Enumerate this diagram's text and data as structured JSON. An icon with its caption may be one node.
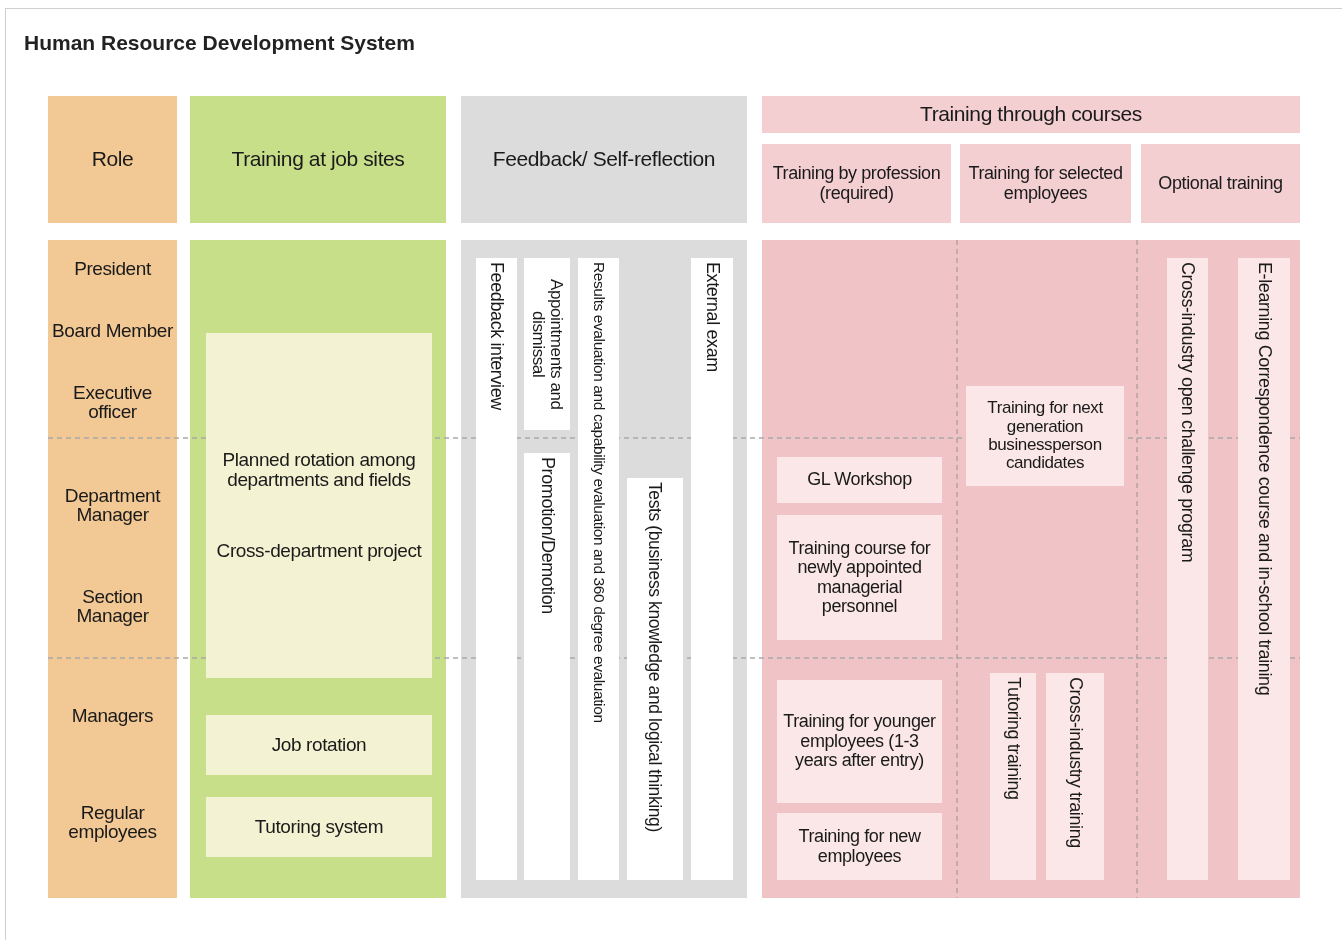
{
  "diagram": {
    "title": "Human Resource Development System",
    "nodes": [
      {
        "text": [
          "Role"
        ]
      },
      {
        "text": [
          "President",
          "Board Member",
          "Executive officer",
          "Department Manager",
          "Section Manager",
          "Managers",
          "Regular employees"
        ]
      },
      {
        "text": [
          "Training at job sites"
        ]
      },
      {
        "text": [],
        "shape": "box"
      },
      {
        "text": [
          "Planned rotation among departments and fields",
          "Cross-department project"
        ],
        "in": 3
      },
      {
        "text": [
          "Job rotation"
        ],
        "in": 3
      },
      {
        "text": [
          "Tutoring system"
        ],
        "in": 3
      },
      {
        "text": [
          "Feedback/ Self-reflection"
        ]
      },
      {
        "text": [],
        "shape": "box"
      },
      {
        "text": [
          "Feedback interview"
        ],
        "in": 8
      },
      {
        "text": [
          "Appointments and dismissal"
        ],
        "in": 8
      },
      {
        "text": [
          "Promotion/Demotion"
        ],
        "in": 8
      },
      {
        "text": [
          "Results evaluation and capability evaluation and 360 degree evaluation"
        ],
        "in": 8
      },
      {
        "text": [
          "Tests (business knowledge and logical thinking)"
        ],
        "in": 8
      },
      {
        "text": [
          "External exam"
        ],
        "in": 8
      },
      {
        "text": [
          "Training through courses"
        ]
      },
      {
        "text": [
          "Training by profession (required)"
        ]
      },
      {
        "text": [
          "Training for selected employees"
        ]
      },
      {
        "text": [
          "Optional training"
        ]
      },
      {
        "text": [],
        "shape": "box"
      },
      {
        "text": [
          "GL Workshop"
        ],
        "in": 19
      },
      {
        "text": [
          "Training course for newly appointed managerial personnel"
        ],
        "in": 19
      },
      {
        "text": [
          "Training for younger employees (1-3 years after entry)"
        ],
        "in": 19
      },
      {
        "text": [
          "Training for new employees"
        ],
        "in": 19
      },
      {
        "text": [
          "Training for next generation businessperson candidates"
        ],
        "in": 19
      },
      {
        "text": [
          "Tutoring training"
        ],
        "in": 19
      },
      {
        "text": [
          "Cross-industry training"
        ],
        "in": 19
      },
      {
        "text": [
          "Cross-industry open challenge program"
        ],
        "in": 19
      },
      {
        "text": [
          "E-learning Correspondence course and in-school training"
        ],
        "in": 19
      }
    ]
  }
}
